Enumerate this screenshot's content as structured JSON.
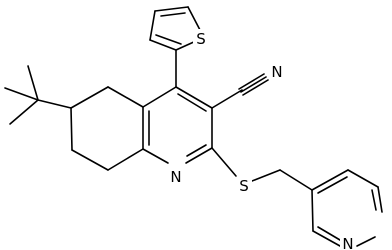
{
  "atoms": {
    "thiophene_S": "S",
    "nitrile_N": "N",
    "pyridine_ring_N": "N",
    "thioether_S": "S",
    "pyridyl_N": "N"
  },
  "colors": {
    "bond": "#000000",
    "label": "#000000",
    "background": "#ffffff"
  }
}
